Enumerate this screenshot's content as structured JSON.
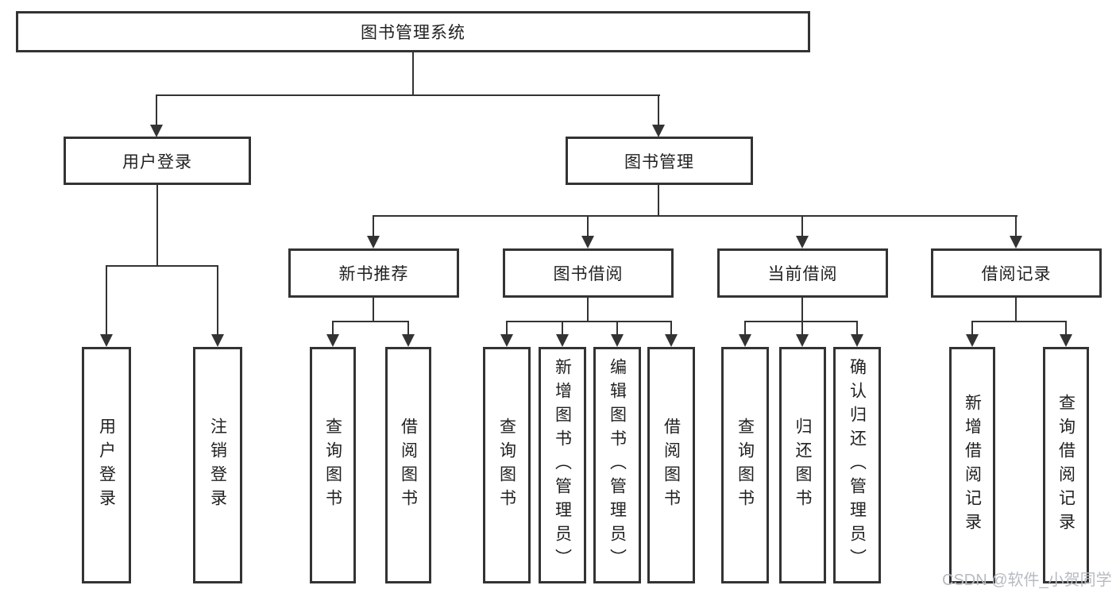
{
  "watermark": "CSDN @软件_小贺同学",
  "colors": {
    "line": "#333333",
    "text": "#212121",
    "background": "#ffffff",
    "watermark": "#b7bbc1"
  },
  "tree": {
    "root": {
      "label": "图书管理系统"
    },
    "branches": [
      {
        "label": "用户登录",
        "leaves": [
          {
            "label": "用户登录"
          },
          {
            "label": "注销登录"
          }
        ]
      },
      {
        "label": "图书管理",
        "groups": [
          {
            "label": "新书推荐",
            "leaves": [
              {
                "label": "查询图书"
              },
              {
                "label": "借阅图书"
              }
            ]
          },
          {
            "label": "图书借阅",
            "leaves": [
              {
                "label": "查询图书"
              },
              {
                "label": "新增图书（管理员）"
              },
              {
                "label": "编辑图书（管理员）"
              },
              {
                "label": "借阅图书"
              }
            ]
          },
          {
            "label": "当前借阅",
            "leaves": [
              {
                "label": "查询图书"
              },
              {
                "label": "归还图书"
              },
              {
                "label": "确认归还（管理员）"
              }
            ]
          },
          {
            "label": "借阅记录",
            "leaves": [
              {
                "label": "新增借阅记录"
              },
              {
                "label": "查询借阅记录"
              }
            ]
          }
        ]
      }
    ]
  }
}
